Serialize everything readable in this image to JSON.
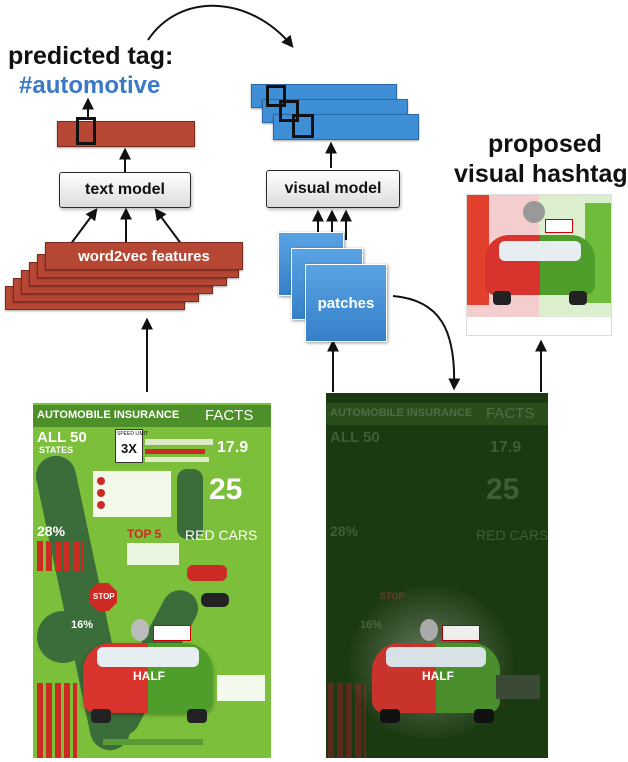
{
  "labels": {
    "predicted_tag_title": "predicted tag:",
    "predicted_tag_value": "#automotive",
    "proposed_title_line1": "proposed",
    "proposed_title_line2": "visual hashtag:"
  },
  "models": {
    "text_model": "text model",
    "visual_model": "visual model"
  },
  "features": {
    "word2vec": "word2vec features",
    "patches": "patches"
  },
  "infographic": {
    "title_left": "AUTOMOBILE INSURANCE",
    "title_right": "FACTS",
    "all_50": "ALL 50",
    "states": "STATES",
    "speed_limit": "SPEED LIMIT",
    "speed_value": "3X",
    "stat_179": "17.9",
    "stat_25": "25",
    "stat_28": "28%",
    "top5": "TOP 5",
    "red_cars": "RED CARS",
    "stop": "STOP",
    "stat_16": "16%",
    "half": "HALF"
  },
  "colors": {
    "red_feature": "#b64734",
    "blue_feature": "#3f8fd6",
    "tag_blue": "#3a78c9",
    "infographic_green": "#7cbf3a",
    "infographic_dark": "#1c3a12"
  }
}
